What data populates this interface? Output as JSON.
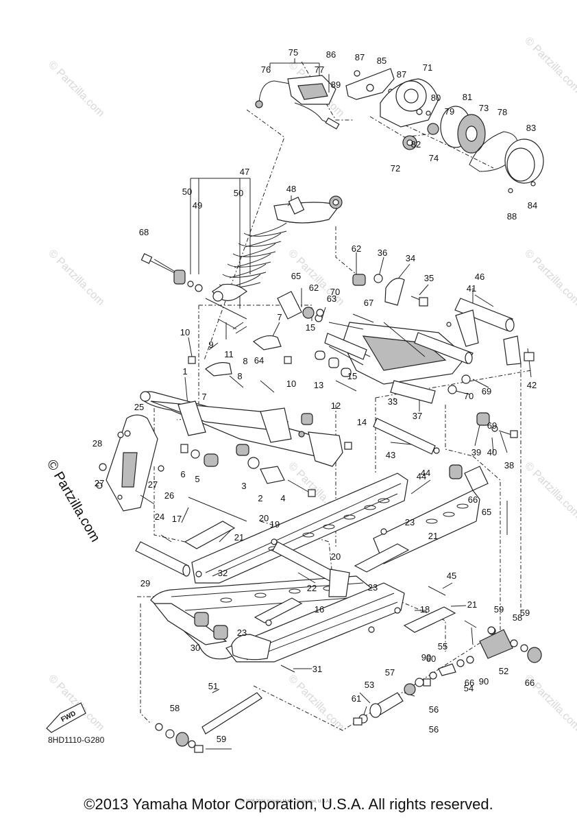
{
  "watermarks": {
    "site": "© Partzilla.com",
    "big": "© Partzilla.com",
    "tiny": "(c) 2005-2016 Yamaha Motor Corporation, U.S.A."
  },
  "diagram": {
    "code": "8HD1110-G280",
    "fwd_label": "FWD",
    "copyright": "©2013 Yamaha Motor Corporation, U.S.A. All rights reserved."
  },
  "callouts": [
    "1",
    "2",
    "3",
    "4",
    "5",
    "6",
    "7",
    "8",
    "9",
    "10",
    "11",
    "12",
    "13",
    "14",
    "15",
    "16",
    "17",
    "18",
    "19",
    "20",
    "21",
    "22",
    "23",
    "24",
    "25",
    "26",
    "27",
    "28",
    "29",
    "30",
    "31",
    "32",
    "33",
    "34",
    "35",
    "36",
    "37",
    "38",
    "39",
    "40",
    "41",
    "42",
    "43",
    "44",
    "45",
    "46",
    "47",
    "48",
    "49",
    "50",
    "51",
    "52",
    "53",
    "54",
    "55",
    "56",
    "57",
    "58",
    "59",
    "60",
    "61",
    "62",
    "63",
    "64",
    "65",
    "66",
    "67",
    "68",
    "69",
    "70",
    "71",
    "72",
    "73",
    "74",
    "75",
    "76",
    "77",
    "78",
    "79",
    "80",
    "81",
    "82",
    "83",
    "84",
    "85",
    "86",
    "87",
    "88",
    "89",
    "90",
    "7",
    "8",
    "10",
    "15",
    "20",
    "21",
    "23",
    "27",
    "44",
    "50",
    "56",
    "58",
    "59",
    "62",
    "65",
    "66",
    "69",
    "70",
    "87",
    "90",
    "21",
    "23",
    "59",
    "66"
  ]
}
